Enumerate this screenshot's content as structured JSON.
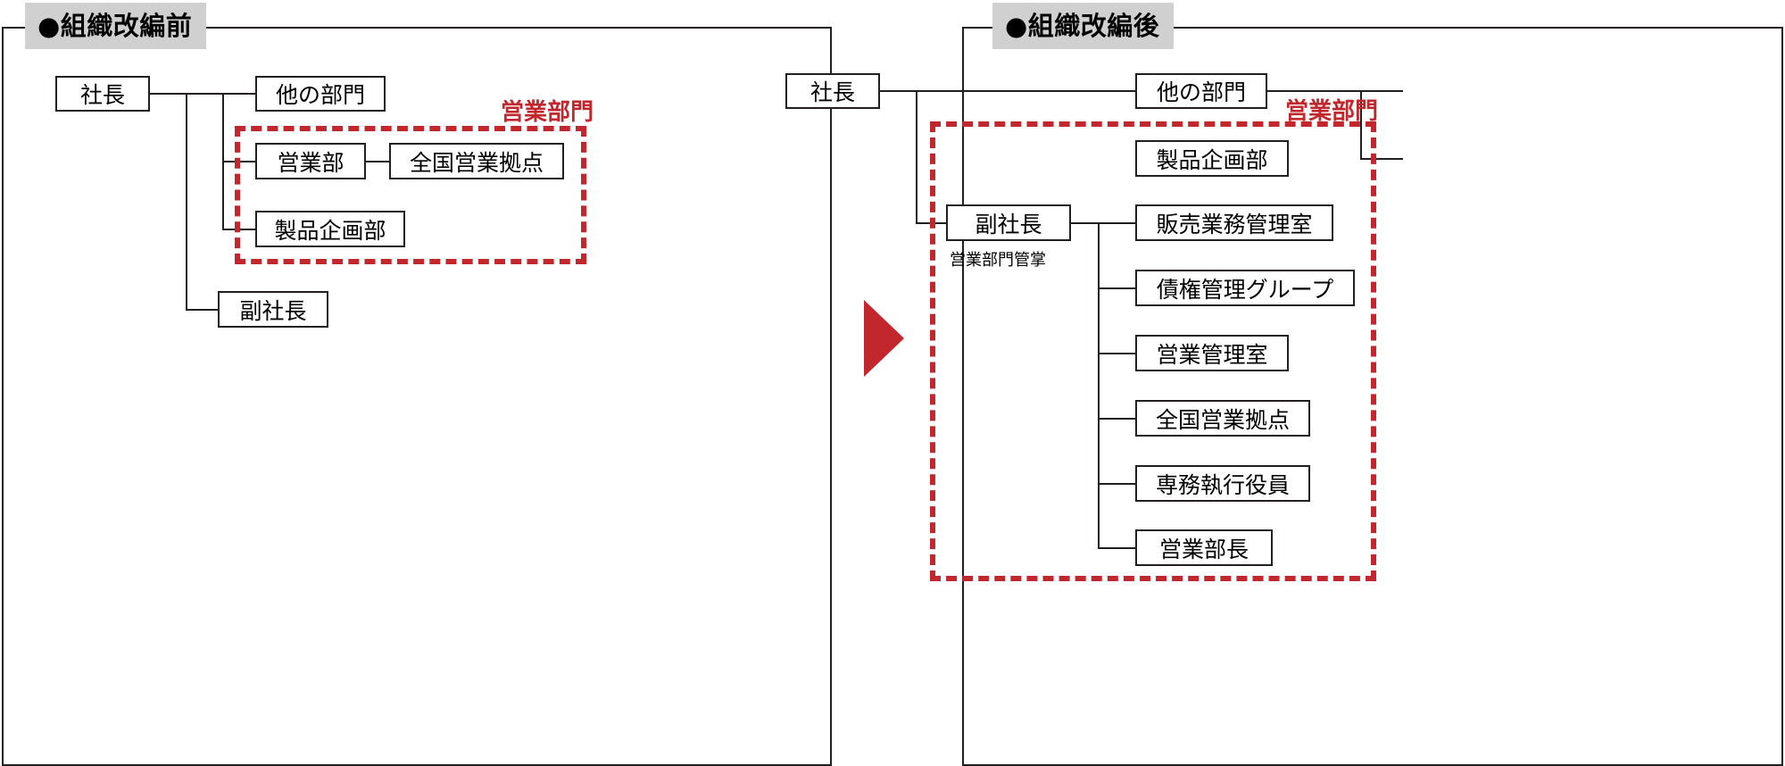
{
  "diagram": {
    "type": "org-chart-comparison",
    "accent_red": "#c1272d",
    "line_color": "#231f20",
    "title_bg": "#d0d0d0",
    "arrow": {
      "name": "right-triangle-arrow",
      "color": "#c1272d",
      "direction": "right"
    }
  },
  "before": {
    "title": "●組織改編前",
    "highlight_label": "営業部門",
    "nodes": {
      "president": "社長",
      "other_depts": "他の部門",
      "sales_dept": "営業部",
      "national_bases": "全国営業拠点",
      "product_planning": "製品企画部",
      "vice_president": "副社長"
    }
  },
  "after": {
    "title": "●組織改編後",
    "highlight_label": "営業部門",
    "nodes": {
      "president": "社長",
      "other_depts": "他の部門",
      "product_planning": "製品企画部",
      "vice_president": "副社長",
      "vice_president_sub": "営業部門管掌",
      "sales_admin_office": "販売業務管理室",
      "credit_mgmt_group": "債権管理グループ",
      "sales_mgmt_office": "営業管理室",
      "national_bases": "全国営業拠点",
      "senior_exec_officer": "専務執行役員",
      "sales_div_manager": "営業部長"
    }
  }
}
